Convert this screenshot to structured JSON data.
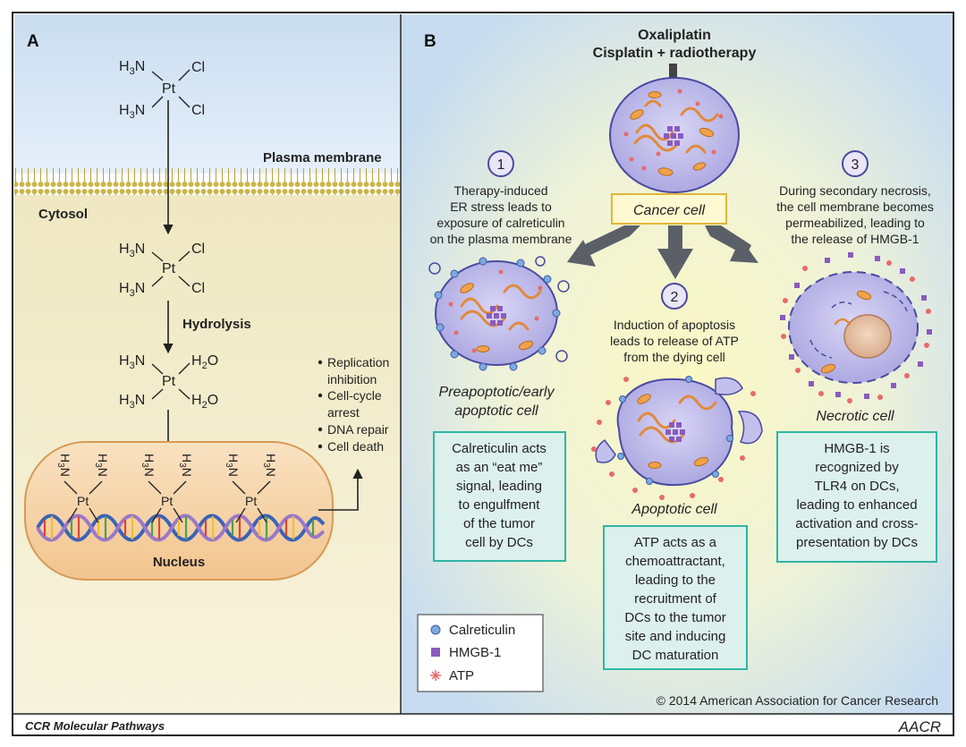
{
  "panel_a": {
    "letter": "A",
    "plasma_membrane": "Plasma membrane",
    "cytosol": "Cytosol",
    "hydrolysis": "Hydrolysis",
    "nucleus": "Nucleus",
    "effects": [
      "Replication",
      "inhibition",
      "Cell-cycle",
      "arrest",
      "DNA repair",
      "Cell death"
    ],
    "pt": "Pt",
    "h3n": "H3N",
    "cl": "Cl",
    "h2o": "H2O"
  },
  "panel_b": {
    "letter": "B",
    "drug_line1": "Oxaliplatin",
    "drug_line2": "Cisplatin + radiotherapy",
    "cancer_cell": "Cancer cell",
    "step1": {
      "number": "1",
      "lines": [
        "Therapy-induced",
        "ER stress leads to",
        "exposure of calreticulin",
        "on the plasma membrane"
      ],
      "cell_label": [
        "Preapoptotic/early",
        "apoptotic cell"
      ],
      "box": [
        "Calreticulin acts",
        "as an “eat me”",
        "signal, leading",
        "to engulfment",
        "of the tumor",
        "cell by DCs"
      ]
    },
    "step2": {
      "number": "2",
      "lines": [
        "Induction of apoptosis",
        "leads to release of ATP",
        "from the dying cell"
      ],
      "cell_label": "Apoptotic cell",
      "box": [
        "ATP acts as a",
        "chemoattractant,",
        "leading to the",
        "recruitment of",
        "DCs to the tumor",
        "site and inducing",
        "DC maturation"
      ]
    },
    "step3": {
      "number": "3",
      "lines": [
        "During secondary necrosis,",
        "the cell membrane becomes",
        "permeabilized, leading to",
        "the release of HMGB-1"
      ],
      "cell_label": "Necrotic cell",
      "box": [
        "HMGB-1 is",
        "recognized by",
        "TLR4 on DCs,",
        "leading to enhanced",
        "activation and cross-",
        "presentation by DCs"
      ]
    },
    "legend": [
      "Calreticulin",
      "HMGB-1",
      "ATP"
    ],
    "copyright": "© 2014 American Association for Cancer Research"
  },
  "footer": {
    "left": "CCR Molecular Pathways",
    "right": "AACR"
  },
  "colors": {
    "cyan_border": "#2fb5a4",
    "box_fill": "#dcf0ec",
    "membrane": "#c9b64a",
    "cell": "#b7b4e6",
    "orange": "#e8913a",
    "purple": "#8a5bbf"
  }
}
